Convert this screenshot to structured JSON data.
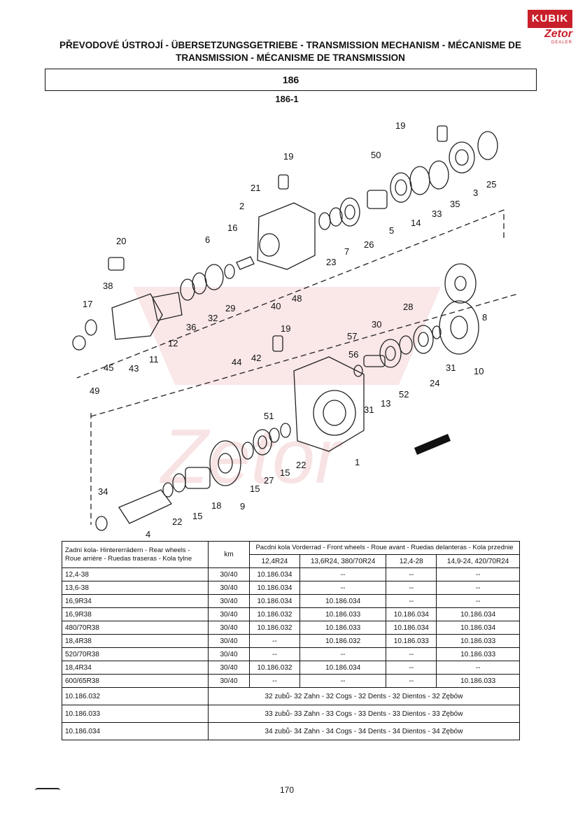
{
  "logo": {
    "top": "KUBIK",
    "brand": "Zetor",
    "sub": "DEALER"
  },
  "title": "PŘEVODOVÉ ÚSTROJÍ - ÜBERSETZUNGSGETRIEBE - TRANSMISSION MECHANISM - MÉCANISME DE TRANSMISSION - MÉCANISME DE TRANSMISSION",
  "section": "186",
  "subsection": "186-1",
  "callouts": [
    "19",
    "50",
    "3",
    "25",
    "35",
    "33",
    "14",
    "5",
    "26",
    "7",
    "23",
    "21",
    "19",
    "2",
    "16",
    "6",
    "20",
    "38",
    "29",
    "32",
    "36",
    "40",
    "48",
    "17",
    "12",
    "11",
    "43",
    "45",
    "49",
    "8",
    "28",
    "30",
    "31",
    "24",
    "10",
    "19",
    "57",
    "56",
    "44",
    "42",
    "51",
    "13",
    "52",
    "31",
    "1",
    "22",
    "15",
    "27",
    "15",
    "9",
    "18",
    "15",
    "22",
    "34",
    "4"
  ],
  "table": {
    "header": {
      "rear": "Zadní kola- Hintererrädern - Rear wheels - Roue arrière - Ruedas traseras - Kola tylne",
      "km": "km",
      "front": "Pacdni kola Vorderrad - Front wheels - Roue avant - Ruedas delanteras - Kola przednie",
      "front_cols": [
        "12,4R24",
        "13,6R24, 380/70R24",
        "12,4-28",
        "14,9-24, 420/70R24"
      ]
    },
    "rows": [
      [
        "12,4-38",
        "30/40",
        "10.186.034",
        "--",
        "--",
        "--"
      ],
      [
        "13,6-38",
        "30/40",
        "10.186.034",
        "--",
        "--",
        "--"
      ],
      [
        "16,9R34",
        "30/40",
        "10.186.034",
        "10.186.034",
        "--",
        "--"
      ],
      [
        "16,9R38",
        "30/40",
        "10.186.032",
        "10.186.033",
        "10.186.034",
        "10.186.034"
      ],
      [
        "480/70R38",
        "30/40",
        "10.186.032",
        "10.186.033",
        "10.186.034",
        "10.186.034"
      ],
      [
        "18,4R38",
        "30/40",
        "--",
        "10.186.032",
        "10.186.033",
        "10.186.033"
      ],
      [
        "520/70R38",
        "30/40",
        "--",
        "--",
        "--",
        "10.186.033"
      ],
      [
        "18,4R34",
        "30/40",
        "10.186.032",
        "10.186.034",
        "--",
        "--"
      ],
      [
        "600/65R38",
        "30/40",
        "--",
        "--",
        "--",
        "10.186.033"
      ]
    ],
    "teeth": [
      [
        "10.186.032",
        "32 zubů- 32 Zahn - 32 Cogs - 32 Dents - 32 Dientos - 32 Zębów"
      ],
      [
        "10.186.033",
        "33 zubů- 33 Zahn - 33 Cogs - 33 Dents - 33 Dientos - 33 Zębów"
      ],
      [
        "10.186.034",
        "34 zubů- 34 Zahn - 34 Cogs - 34 Dents - 34 Dientos - 34 Zębów"
      ]
    ]
  },
  "page_number": "170",
  "colors": {
    "accent": "#c8202a",
    "ink": "#111111",
    "watermark": "#f3c9cb"
  }
}
